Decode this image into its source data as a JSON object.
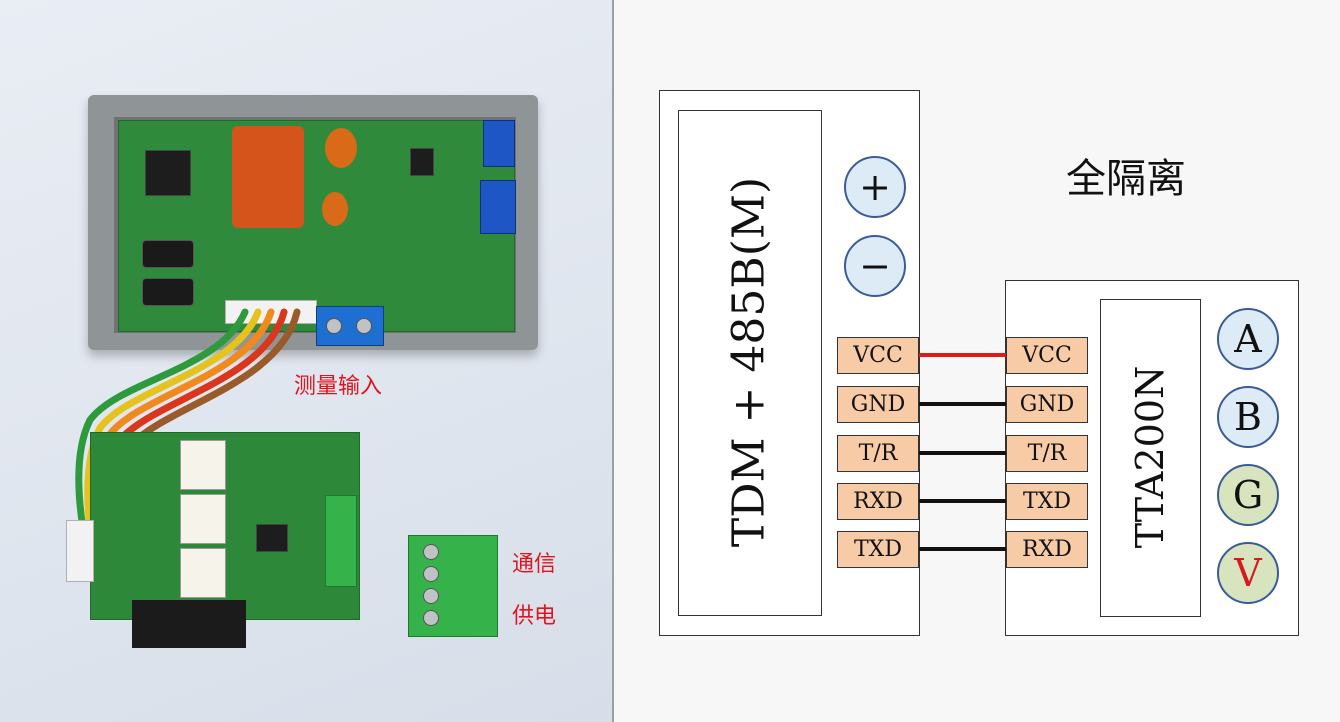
{
  "photo": {
    "label_measure_input": "测量输入",
    "label_comm": "通信",
    "label_power": "供电"
  },
  "diagram": {
    "title": "全隔离",
    "left_module": {
      "name": "TDM + 485B(M)",
      "power_plus": "+",
      "power_minus": "−",
      "pins": [
        "VCC",
        "GND",
        "T/R",
        "RXD",
        "TXD"
      ]
    },
    "right_module": {
      "name": "TTA200N",
      "pins": [
        "VCC",
        "GND",
        "T/R",
        "TXD",
        "RXD"
      ],
      "indicators": [
        "A",
        "B",
        "G",
        "V"
      ]
    },
    "colors": {
      "pin_fill": "#f8cba7",
      "vcc_wire": "#e01818",
      "signal_wire": "#111111",
      "indicator_blue": "#dcebf6",
      "indicator_green": "#d7e4bd",
      "v_letter": "#d9181f"
    }
  }
}
